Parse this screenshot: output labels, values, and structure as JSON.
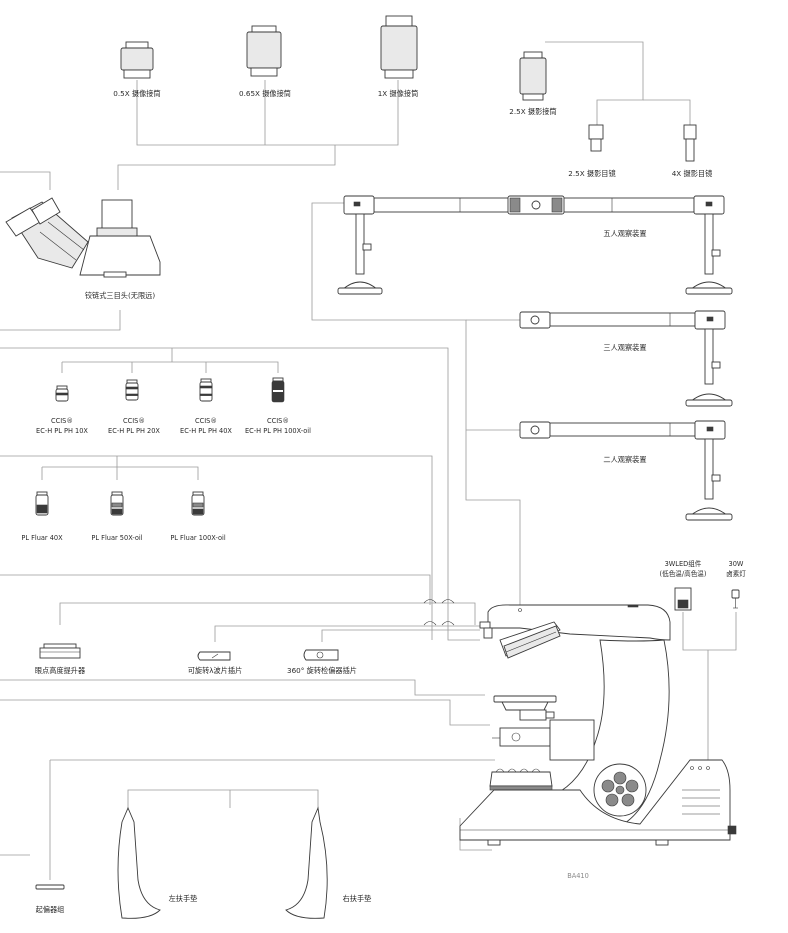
{
  "labels": {
    "adapter_05x": "0.5X 摄像接筒",
    "adapter_065x": "0.65X 摄像接筒",
    "adapter_1x": "1X 摄像接筒",
    "adapter_25x": "2.5X 摄影接筒",
    "eyepiece_25x": "2.5X 摄影目镜",
    "eyepiece_4x": "4X 摄影目镜",
    "trinocular_head": "铰链式三目头(无限远)",
    "five_person": "五人观察装置",
    "three_person": "三人观察装置",
    "two_person": "二人观察装置",
    "ccis_brand": "CCIS®",
    "obj_ph10": "EC-H PL PH 10X",
    "obj_ph20": "EC-H PL PH 20X",
    "obj_ph40": "EC-H PL PH 40X",
    "obj_ph100": "EC-H PL PH 100X-oil",
    "fluar40": "PL Fluar 40X",
    "fluar50": "PL Fluar 50X-oil",
    "fluar100": "PL Fluar 100X-oil",
    "led_line1": "3WLED组件",
    "led_line2": "(低色温/高色温)",
    "halogen_line1": "30W",
    "halogen_line2": "卤素灯",
    "eyepoint_riser": "眼点高度提升器",
    "lambda_slider": "可旋转λ波片插片",
    "analyzer_slider": "360° 旋转检偏器插片",
    "polarizer_set": "起偏器组",
    "left_handrest": "左扶手垫",
    "right_handrest": "右扶手垫",
    "model": "BA410"
  },
  "colors": {
    "line": "#9a9a9a",
    "outline": "#3a3a3a",
    "text": "#2a2a2a"
  }
}
